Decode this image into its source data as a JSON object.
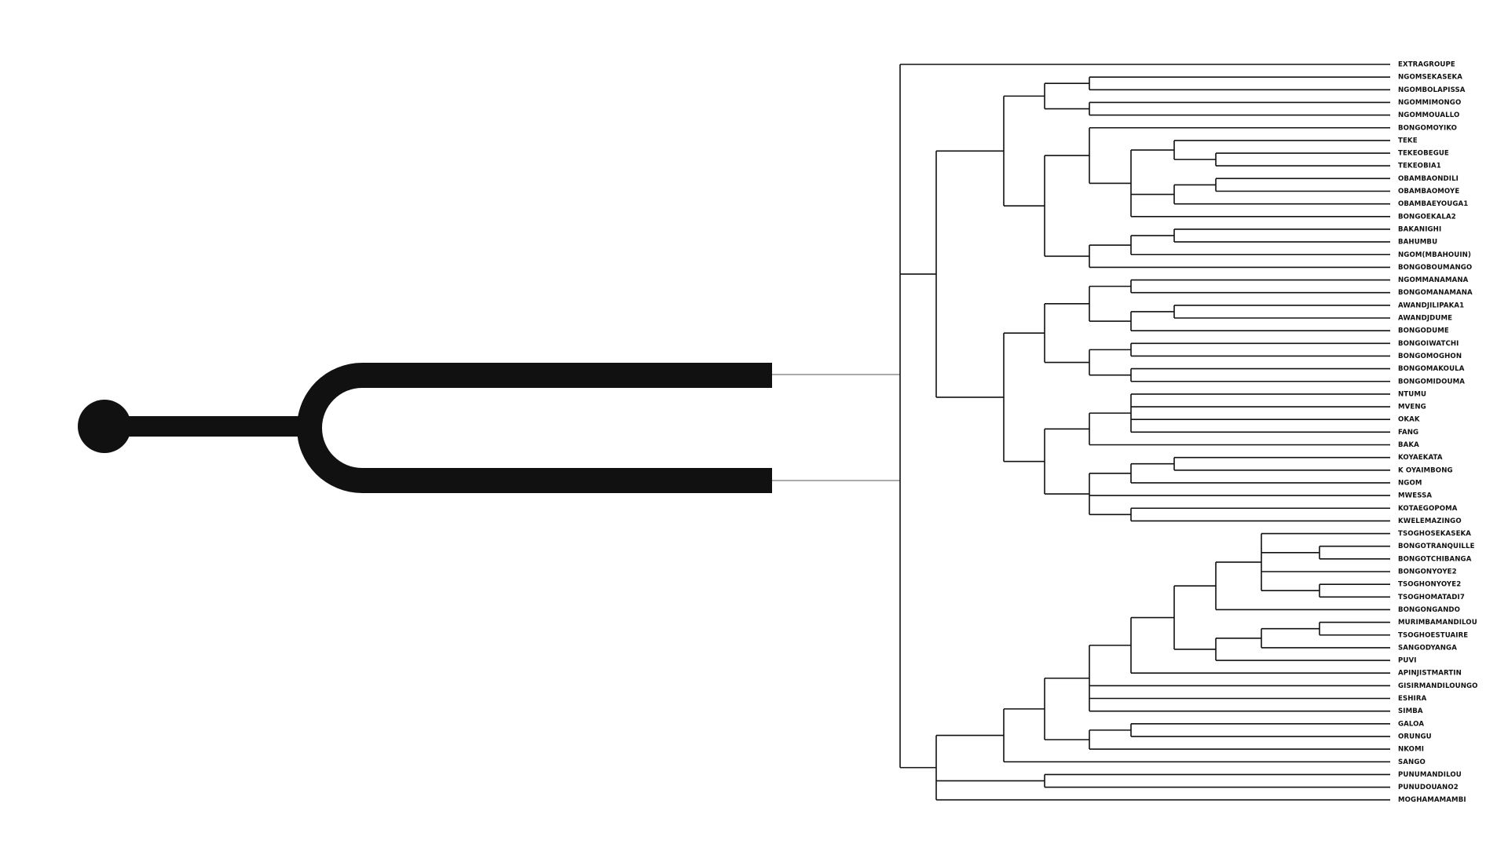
{
  "colors": {
    "ink": "#111111",
    "leader": "#555555",
    "background": "#ffffff"
  },
  "icon": {
    "name": "tuning-fork-icon"
  },
  "tree": {
    "name": "root",
    "children": [
      {
        "name": "EXTRAGROUPE"
      },
      {
        "name": "main",
        "children": [
          {
            "name": "a",
            "children": [
              {
                "name": "a1",
                "children": [
                  {
                    "name": "a1a",
                    "children": [
                      {
                        "name": "NGOMSEKASEKA"
                      },
                      {
                        "name": "NGOMBOLAPISSA"
                      }
                    ]
                  },
                  {
                    "name": "a1b",
                    "children": [
                      {
                        "name": "NGOMMIMONGO"
                      },
                      {
                        "name": "NGOMMOUALLO"
                      }
                    ]
                  }
                ]
              },
              {
                "name": "a2",
                "children": [
                  {
                    "name": "a2a",
                    "children": [
                      {
                        "name": "BONGOMOYIKO"
                      },
                      {
                        "name": "a2a1",
                        "children": [
                          {
                            "name": "a2a1a",
                            "children": [
                              {
                                "name": "TEKE"
                              },
                              {
                                "name": "a2a1a1",
                                "children": [
                                  {
                                    "name": "TEKEOBEGUE"
                                  },
                                  {
                                    "name": "TEKEOBIA1"
                                  }
                                ]
                              }
                            ]
                          },
                          {
                            "name": "a2a1b",
                            "children": [
                              {
                                "name": "a2a1b1",
                                "children": [
                                  {
                                    "name": "OBAMBAONDILI"
                                  },
                                  {
                                    "name": "OBAMBAOMOYE"
                                  }
                                ]
                              },
                              {
                                "name": "OBAMBAEYOUGA1"
                              }
                            ]
                          },
                          {
                            "name": "BONGOEKALA2"
                          }
                        ]
                      }
                    ]
                  },
                  {
                    "name": "a2b",
                    "children": [
                      {
                        "name": "a2b1",
                        "children": [
                          {
                            "name": "a2b1a",
                            "children": [
                              {
                                "name": "BAKANIGHI"
                              },
                              {
                                "name": "BAHUMBU"
                              }
                            ]
                          },
                          {
                            "name": "NGOM(MBAHOUIN)"
                          }
                        ]
                      },
                      {
                        "name": "BONGOBOUMANGO"
                      }
                    ]
                  }
                ]
              }
            ]
          },
          {
            "name": "b",
            "children": [
              {
                "name": "b1",
                "children": [
                  {
                    "name": "b1a",
                    "children": [
                      {
                        "name": "b1a1",
                        "children": [
                          {
                            "name": "NGOMMANAMANA"
                          },
                          {
                            "name": "BONGOMANAMANA"
                          }
                        ]
                      },
                      {
                        "name": "b1a2",
                        "children": [
                          {
                            "name": "b1a2a",
                            "children": [
                              {
                                "name": "AWANDJILIPAKA1"
                              },
                              {
                                "name": "AWANDJDUME"
                              }
                            ]
                          },
                          {
                            "name": "BONGODUME"
                          }
                        ]
                      }
                    ]
                  },
                  {
                    "name": "b1b",
                    "children": [
                      {
                        "name": "b1b1",
                        "children": [
                          {
                            "name": "BONGOIWATCHI"
                          },
                          {
                            "name": "BONGOMOGHON"
                          }
                        ]
                      },
                      {
                        "name": "b1b2",
                        "children": [
                          {
                            "name": "BONGOMAKOULA"
                          },
                          {
                            "name": "BONGOMIDOUMA"
                          }
                        ]
                      }
                    ]
                  }
                ]
              },
              {
                "name": "b2",
                "children": [
                  {
                    "name": "b2a",
                    "children": [
                      {
                        "name": "b2a1",
                        "children": [
                          {
                            "name": "NTUMU"
                          },
                          {
                            "name": "MVENG"
                          },
                          {
                            "name": "OKAK"
                          },
                          {
                            "name": "FANG"
                          }
                        ]
                      },
                      {
                        "name": "BAKA"
                      }
                    ]
                  },
                  {
                    "name": "b2b",
                    "children": [
                      {
                        "name": "b2b1",
                        "children": [
                          {
                            "name": "b2b1a",
                            "children": [
                              {
                                "name": "KOYAEKATA"
                              },
                              {
                                "name": "K OYAIMBONG"
                              }
                            ]
                          },
                          {
                            "name": "NGOM"
                          }
                        ]
                      },
                      {
                        "name": "MWESSA"
                      },
                      {
                        "name": "b2b2",
                        "children": [
                          {
                            "name": "KOTAEGOPOMA"
                          },
                          {
                            "name": "KWELEMAZINGO"
                          }
                        ]
                      }
                    ]
                  }
                ]
              }
            ]
          }
        ]
      },
      {
        "name": "c",
        "children": [
          {
            "name": "c1",
            "children": [
              {
                "name": "c1a",
                "children": [
                  {
                    "name": "c1a1",
                    "children": [
                      {
                        "name": "c1a1a",
                        "children": [
                          {
                            "name": "c1a1a1",
                            "children": [
                              {
                                "name": "c1a1a1a",
                                "children": [
                                  {
                                    "name": "c1a1a1a1",
                                    "children": [
                                      {
                                        "name": "TSOGHOSEKASEKA"
                                      },
                                      {
                                        "name": "c1a1a1a1x",
                                        "children": [
                                          {
                                            "name": "BONGOTRANQUILLE"
                                          },
                                          {
                                            "name": "BONGOTCHIBANGA"
                                          }
                                        ]
                                      },
                                      {
                                        "name": "BONGONYOYE2"
                                      },
                                      {
                                        "name": "c1a1a1a1y",
                                        "children": [
                                          {
                                            "name": "TSOGHONYOYE2"
                                          },
                                          {
                                            "name": "TSOGHOMATADI7"
                                          }
                                        ]
                                      }
                                    ]
                                  },
                                  {
                                    "name": "BONGONGANDO"
                                  }
                                ]
                              },
                              {
                                "name": "c1a1a1b",
                                "children": [
                                  {
                                    "name": "c1a1a1b1",
                                    "children": [
                                      {
                                        "name": "c1a1a1b1x",
                                        "children": [
                                          {
                                            "name": "MURIMBAMANDILOU"
                                          },
                                          {
                                            "name": "TSOGHOESTUAIRE"
                                          }
                                        ]
                                      },
                                      {
                                        "name": "SANGODYANGA"
                                      }
                                    ]
                                  },
                                  {
                                    "name": "PUVI"
                                  }
                                ]
                              }
                            ]
                          },
                          {
                            "name": "APINJISTMARTIN"
                          }
                        ]
                      },
                      {
                        "name": "GISIRMANDILOUNGO"
                      },
                      {
                        "name": "ESHIRA"
                      },
                      {
                        "name": "SIMBA"
                      }
                    ]
                  },
                  {
                    "name": "c1a2",
                    "children": [
                      {
                        "name": "c1a2a",
                        "children": [
                          {
                            "name": "GALOA"
                          },
                          {
                            "name": "ORUNGU"
                          }
                        ]
                      },
                      {
                        "name": "NKOMI"
                      }
                    ]
                  }
                ]
              },
              {
                "name": "SANGO"
              }
            ]
          },
          {
            "name": "c2",
            "children": [
              {
                "name": "c2a",
                "children": [
                  {
                    "name": "PUNUMANDILOU"
                  },
                  {
                    "name": "PUNUDOUANO2"
                  }
                ]
              }
            ]
          },
          {
            "name": "MOGHAMAMAMBI"
          }
        ]
      }
    ]
  }
}
